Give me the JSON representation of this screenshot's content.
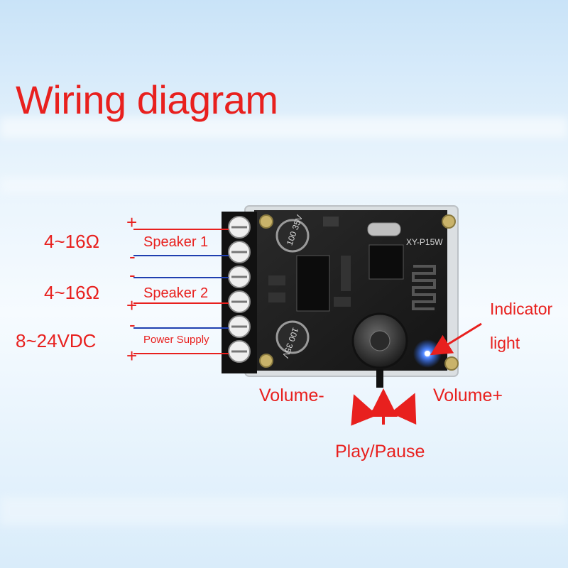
{
  "title": "Wiring diagram",
  "terminals": {
    "speaker1": {
      "impedance": "4~16Ω",
      "label": "Speaker 1",
      "top_sign": "+",
      "bottom_sign": "-"
    },
    "speaker2": {
      "impedance": "4~16Ω",
      "label": "Speaker 2",
      "top_sign": "-",
      "bottom_sign": "+"
    },
    "power": {
      "voltage": "8~24VDC",
      "label": "Power Supply",
      "top_sign": "-",
      "bottom_sign": "+"
    }
  },
  "indicator": {
    "line1": "Indicator",
    "line2": "light"
  },
  "controls": {
    "volume_down": "Volume-",
    "volume_up": "Volume+",
    "play_pause": "Play/Pause"
  },
  "board": {
    "model": "XY-P15W",
    "cap_top": "100 35V",
    "cap_bottom": "100 35V"
  },
  "colors": {
    "text": "#e8201e",
    "positive_wire": "#e8201e",
    "negative_wire": "#1f3fb0",
    "led": "#2a6bff"
  }
}
